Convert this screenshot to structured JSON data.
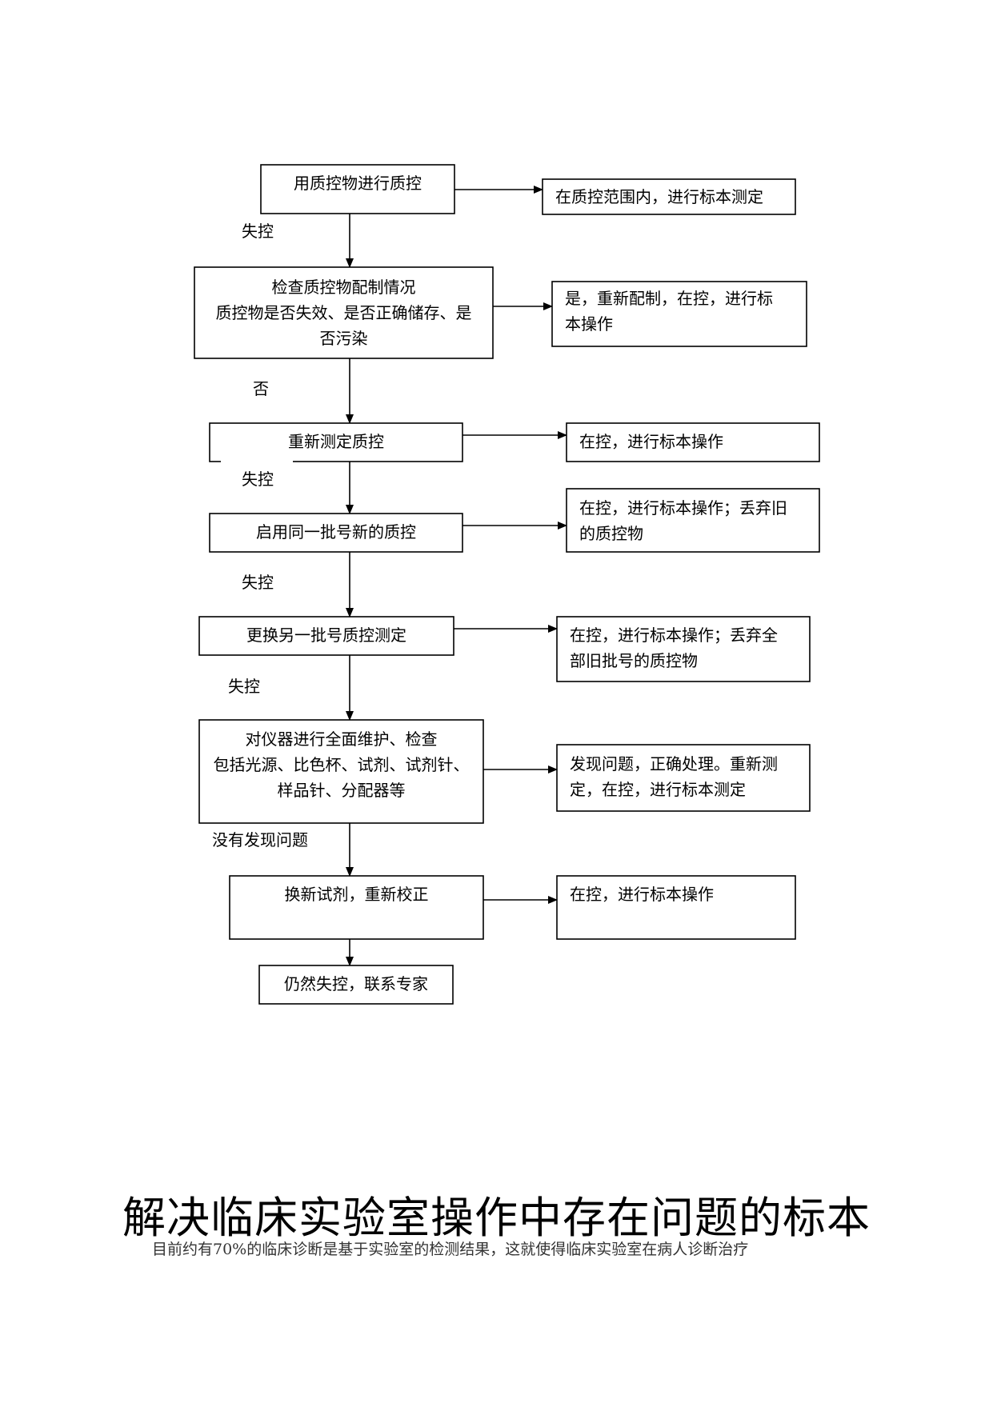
{
  "flowchart": {
    "steps": [
      {
        "lines": [
          "用质控物进行质控"
        ]
      },
      {
        "lines": [
          "检查质控物配制情况",
          "质控物是否失效、是否正确储存、是",
          "否污染"
        ]
      },
      {
        "lines": [
          "重新测定质控"
        ]
      },
      {
        "lines": [
          "启用同一批号新的质控"
        ]
      },
      {
        "lines": [
          "更换另一批号质控测定"
        ]
      },
      {
        "lines": [
          "对仪器进行全面维护、检查",
          "包括光源、比色杯、试剂、试剂针、",
          "样品针、分配器等"
        ]
      },
      {
        "lines": [
          "换新试剂，重新校正"
        ]
      },
      {
        "lines": [
          "仍然失控，联系专家"
        ]
      }
    ],
    "outcomes": [
      {
        "lines": [
          "在质控范围内，进行标本测定"
        ]
      },
      {
        "lines": [
          "是，重新配制，在控，进行标",
          "本操作"
        ]
      },
      {
        "lines": [
          "在控，进行标本操作"
        ]
      },
      {
        "lines": [
          "在控，进行标本操作；丢弃旧",
          "的质控物"
        ]
      },
      {
        "lines": [
          "在控，进行标本操作；丢弃全",
          "部旧批号的质控物"
        ]
      },
      {
        "lines": [
          "发现问题，正确处理。重新测",
          "定，在控，进行标本测定"
        ]
      },
      {
        "lines": [
          "在控，进行标本操作"
        ]
      }
    ],
    "edge_labels": [
      "失控",
      "否",
      "失控",
      "失控",
      "失控",
      "没有发现问题"
    ]
  },
  "article": {
    "title": "解决临床实验室操作中存在问题的标本",
    "intro": "目前约有70%的临床诊断是基于实验室的检测结果，这就使得临床实验室在病人诊断治疗"
  }
}
